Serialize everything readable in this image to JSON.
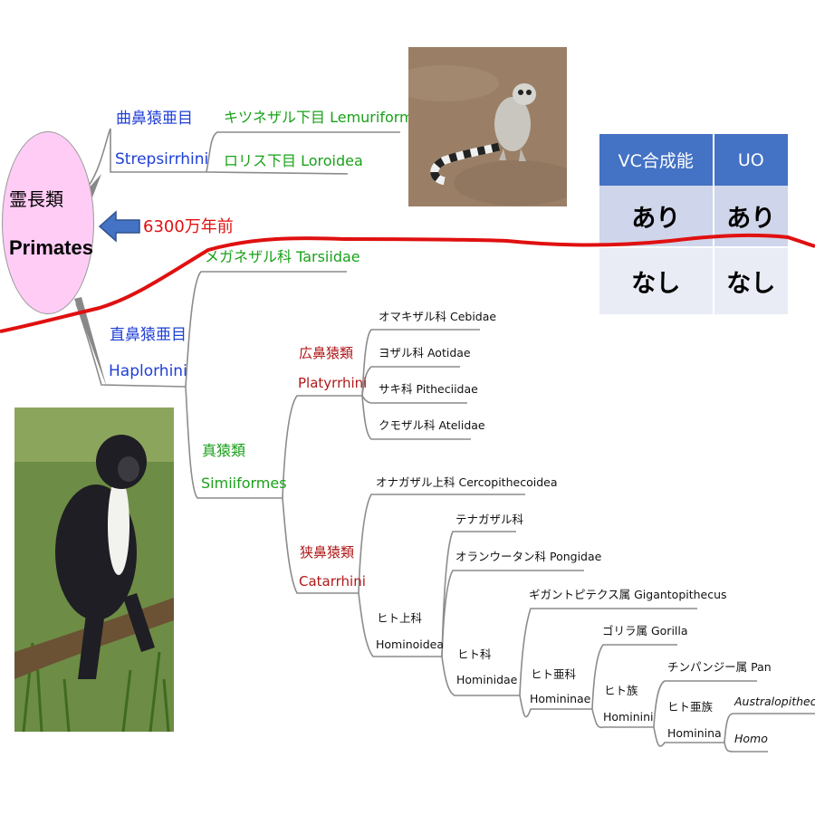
{
  "root": {
    "japanese": "霊長類",
    "latin": "Primates"
  },
  "divergence_label": "6300万年前",
  "strepsirrhini": {
    "japanese": "曲鼻猿亜目",
    "latin": "Strepsirrhini",
    "children": [
      "キツネザル下目 Lemuriformes",
      "ロリス下目 Loroidea"
    ]
  },
  "haplorhini": {
    "japanese": "直鼻猿亜目",
    "latin": "Haplorhini",
    "tarsier": "メガネザル科 Tarsiidae",
    "simiiformes": {
      "japanese": "真猿類",
      "latin": "Simiiformes",
      "platyrrhini": {
        "japanese": "広鼻猿類",
        "latin": "Platyrrhini",
        "families": [
          "オマキザル科 Cebidae",
          "ヨザル科 Aotidae",
          "サキ科 Pitheciidae",
          "クモザル科 Atelidae"
        ]
      },
      "catarrhini": {
        "japanese": "狭鼻猿類",
        "latin": "Catarrhini",
        "cercopithecoidea": "オナガザル上科 Cercopithecoidea",
        "hominoidea": {
          "japanese": "ヒト上科",
          "latin": "Hominoidea",
          "gibbon": "テナガザル科",
          "pongidae": "オランウータン科 Pongidae",
          "hominidae": {
            "japanese": "ヒト科",
            "latin": "Hominidae",
            "gigantopithecus": "ギガントピテクス属 Gigantopithecus",
            "homininae": {
              "japanese": "ヒト亜科",
              "latin": "Homininae",
              "gorilla": "ゴリラ属 Gorilla",
              "hominini": {
                "japanese": "ヒト族",
                "latin": "Hominini",
                "pan": "チンパンジー属 Pan",
                "hominina": {
                  "japanese": "ヒト亜族",
                  "latin": "Hominina",
                  "genera": [
                    "Australopithecus",
                    "Homo"
                  ]
                }
              }
            }
          }
        }
      }
    }
  },
  "vc_table": {
    "headers": [
      "VC合成能",
      "UO"
    ],
    "rows": [
      [
        "あり",
        "あり"
      ],
      [
        "なし",
        "なし"
      ]
    ]
  },
  "colors": {
    "strepsirrhini": "#1f3fd6",
    "suborder_children": "#1aa11a",
    "infraorder": "#b01818",
    "divergence_line": "#e01010",
    "table_header": "#4472c4"
  },
  "photos": [
    "ring-tailed-lemur-photo",
    "diana-monkey-photo"
  ]
}
